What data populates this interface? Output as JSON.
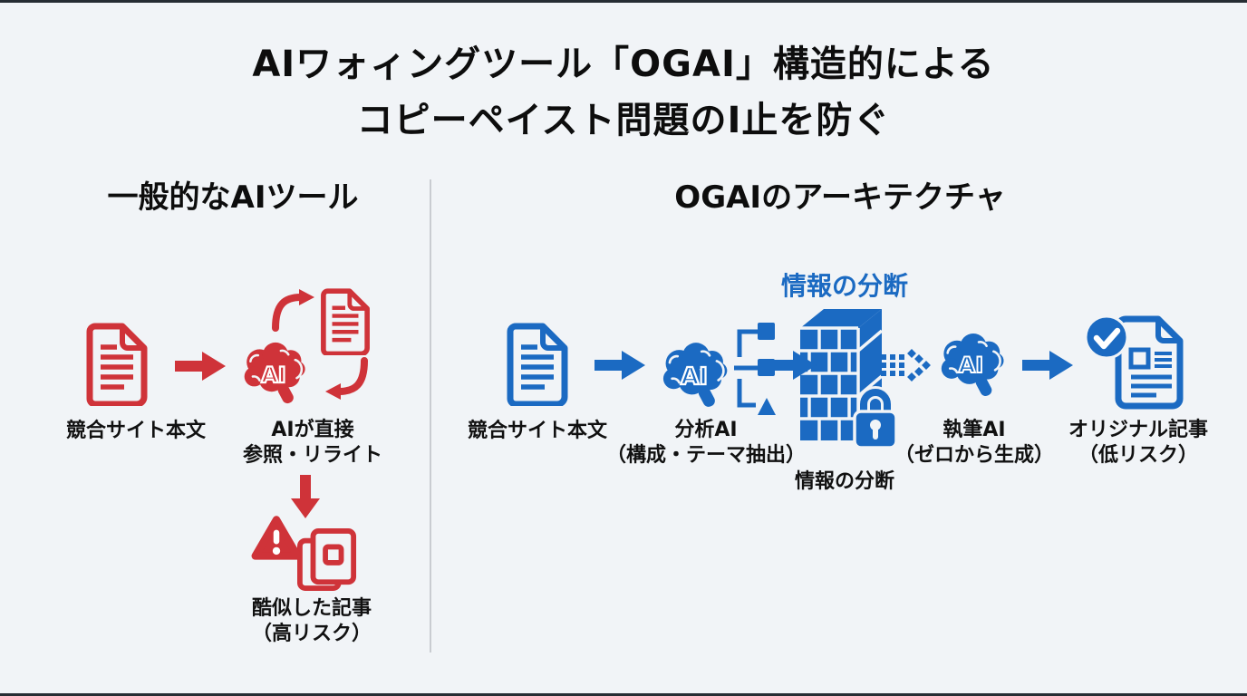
{
  "title": {
    "line1": "AIワォィングツール「OGAI」構造的による",
    "line2": "コピーペイスト問題のI止を防ぐ"
  },
  "colors": {
    "red": "#cf3339",
    "blue": "#1b6ac2",
    "background": "#f1f4f7",
    "text": "#111111",
    "divider": "#c9ccd1",
    "separation_title_blue": "#1b6ac2"
  },
  "icons": {
    "document": "document-outline",
    "brain_ai": "ai-brain",
    "arrow": "solid-arrow",
    "warning": "warning-triangle",
    "pages": "duplicate-pages",
    "firewall": "brick-wall-with-padlock",
    "dotted_flow": "pixel-dissolve-arrow",
    "check_document": "document-with-check-badge"
  },
  "left_panel": {
    "heading": "一般的なAIツール",
    "source_label": "競合サイト本文",
    "ai_badge": "AI",
    "rewrite_label_line1": "AIが直接",
    "rewrite_label_line2": "参照・リライト",
    "risk_label_line1": "酷似した記事",
    "risk_label_line2": "（高リスク）"
  },
  "right_panel": {
    "heading": "OGAIのアーキテクチャ",
    "separation_title": "情報の分断",
    "source_label": "競合サイト本文",
    "ai_badge": "AI",
    "analysis_label_line1": "分析AI",
    "analysis_label_line2": "（構成・テーマ抽出）",
    "firewall_label": "情報の分断",
    "writer_label_line1": "執筆AI",
    "writer_label_line2": "（ゼロから生成）",
    "output_label_line1": "オリジナル記事",
    "output_label_line2": "（低リスク）"
  }
}
